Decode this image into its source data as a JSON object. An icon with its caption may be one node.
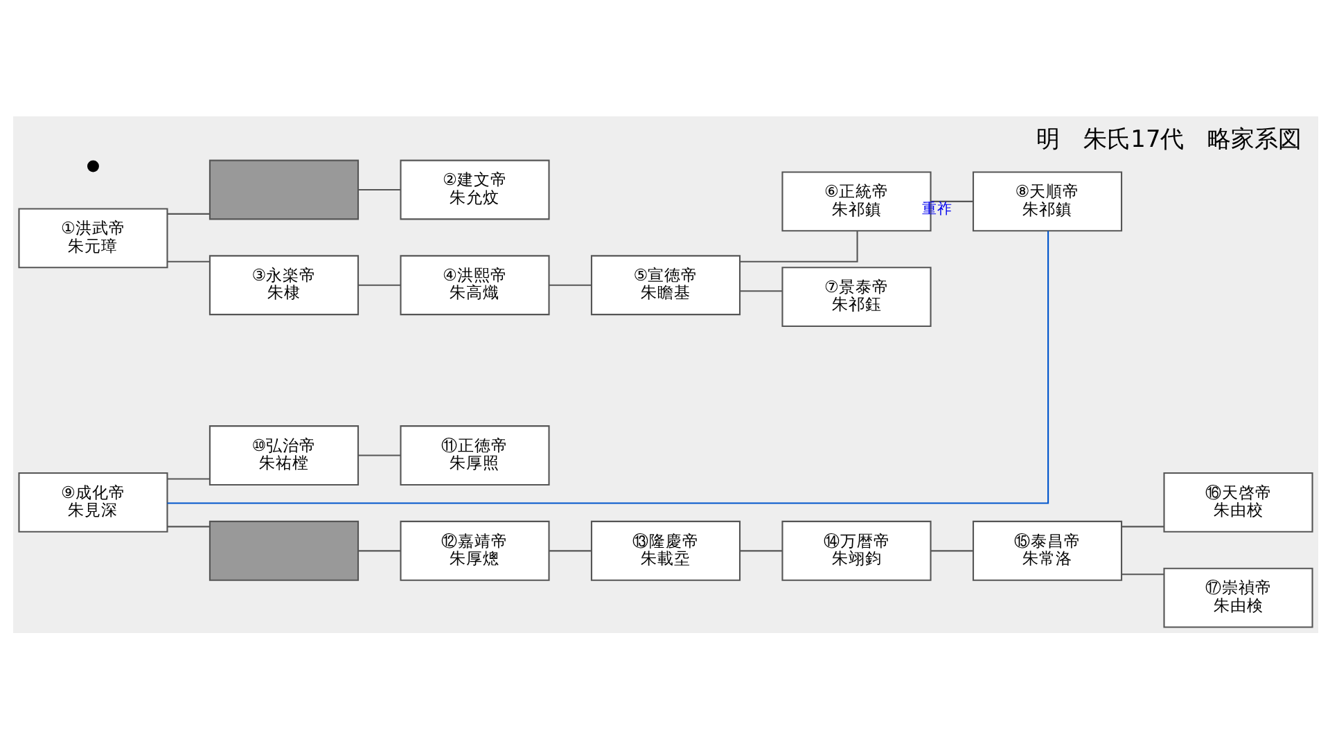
{
  "diagram": {
    "title": "明　朱氏17代　略家系図",
    "nodes": [
      {
        "text": [
          "①洪武帝",
          "朱元璋"
        ]
      },
      {
        "text": [],
        "shape": "box"
      },
      {
        "text": [
          "②建文帝",
          "朱允炆"
        ]
      },
      {
        "text": [
          "③永楽帝",
          "朱棣"
        ]
      },
      {
        "text": [
          "④洪熙帝",
          "朱高熾"
        ]
      },
      {
        "text": [
          "⑤宣徳帝",
          "朱瞻基"
        ]
      },
      {
        "text": [
          "⑥正統帝",
          "朱祁鎮"
        ]
      },
      {
        "text": [],
        "shape": "circle"
      },
      {
        "text": [
          "⑧天順帝",
          "朱祁鎮"
        ]
      },
      {
        "text": [
          "⑦景泰帝",
          "朱祁鈺"
        ]
      },
      {
        "text": [
          "⑨成化帝",
          "朱見深"
        ]
      },
      {
        "text": [
          "⑩弘治帝",
          "朱祐樘"
        ]
      },
      {
        "text": [
          "⑪正徳帝",
          "朱厚照"
        ]
      },
      {
        "text": [],
        "shape": "box"
      },
      {
        "text": [
          "⑫嘉靖帝",
          "朱厚熜"
        ]
      },
      {
        "text": [
          "⑬隆慶帝",
          "朱載坖"
        ]
      },
      {
        "text": [
          "⑭万暦帝",
          "朱翊鈞"
        ]
      },
      {
        "text": [
          "⑮泰昌帝",
          "朱常洛"
        ]
      },
      {
        "text": [
          "⑯天啓帝",
          "朱由校"
        ]
      },
      {
        "text": [
          "⑰崇禎帝",
          "朱由検"
        ]
      }
    ],
    "edges": [
      {
        "from": 0,
        "to": 1,
        "arrow": "none"
      },
      {
        "from": 0,
        "to": 3,
        "arrow": "none"
      },
      {
        "from": 1,
        "to": 2,
        "arrow": "none"
      },
      {
        "from": 3,
        "to": 4,
        "arrow": "none"
      },
      {
        "from": 4,
        "to": 5,
        "arrow": "none"
      },
      {
        "from": 5,
        "to": 6,
        "arrow": "none"
      },
      {
        "from": 5,
        "to": 9,
        "arrow": "none"
      },
      {
        "from": 6,
        "to": 8,
        "arrow": "none",
        "label": "重祚"
      },
      {
        "from": 8,
        "to": 10,
        "arrow": "none",
        "color": "#0055cc"
      },
      {
        "from": 10,
        "to": 11,
        "arrow": "none"
      },
      {
        "from": 10,
        "to": 13,
        "arrow": "none"
      },
      {
        "from": 11,
        "to": 12,
        "arrow": "none"
      },
      {
        "from": 13,
        "to": 14,
        "arrow": "none"
      },
      {
        "from": 14,
        "to": 15,
        "arrow": "none"
      },
      {
        "from": 15,
        "to": 16,
        "arrow": "none"
      },
      {
        "from": 16,
        "to": 17,
        "arrow": "none"
      },
      {
        "from": 17,
        "to": 18,
        "arrow": "none"
      },
      {
        "from": 17,
        "to": 19,
        "arrow": "none"
      }
    ]
  }
}
